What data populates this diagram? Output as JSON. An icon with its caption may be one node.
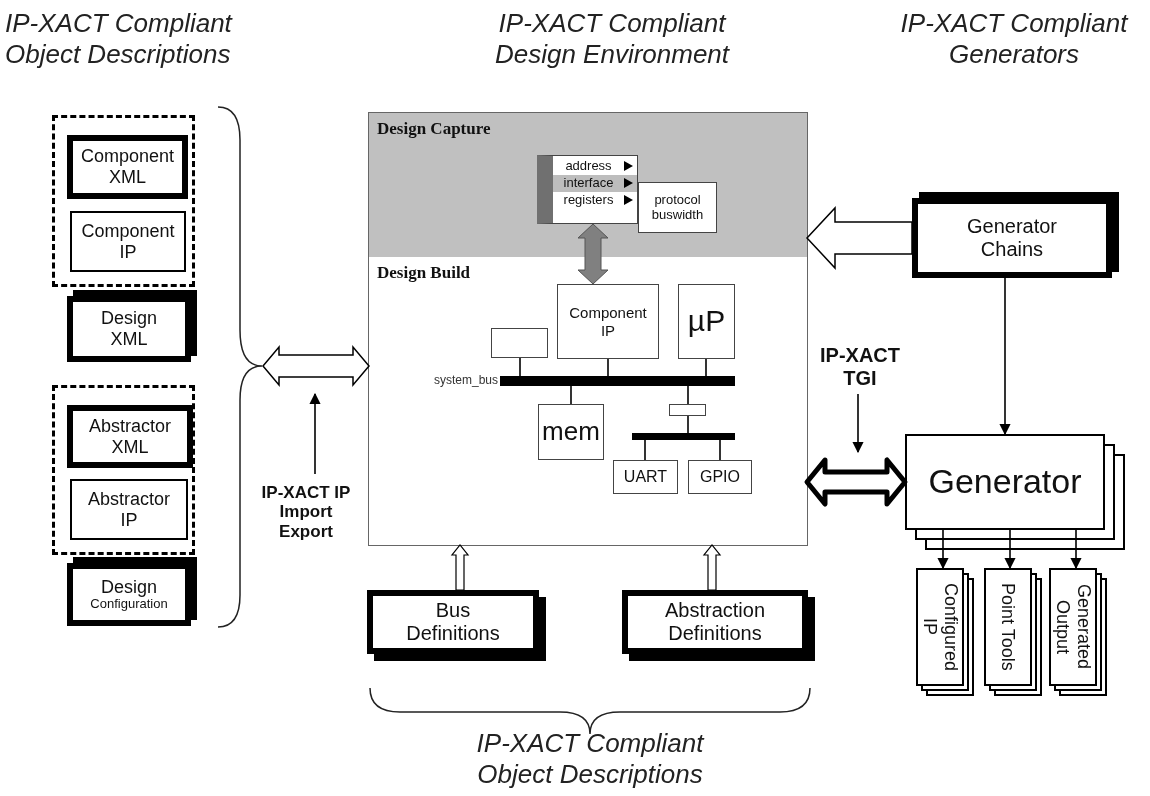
{
  "diagram": {
    "nodes": [
      {
        "text": [],
        "shape": "box"
      },
      {
        "text": [
          "Design Capture"
        ],
        "in": 0
      },
      {
        "text": [
          "address",
          "interface",
          "registers"
        ],
        "in": 1
      },
      {
        "text": [
          "protocol buswidth"
        ],
        "in": 1
      },
      {
        "text": [
          "Design Build"
        ],
        "in": 0
      },
      {
        "text": [],
        "shape": "box",
        "in": 4
      },
      {
        "text": [
          "Component IP"
        ],
        "in": 4
      },
      {
        "text": [
          "µP"
        ],
        "in": 4
      },
      {
        "text": [],
        "shape": "bar",
        "in": 4,
        "beside": [
          "system_bus"
        ]
      },
      {
        "text": [
          "mem"
        ],
        "in": 4
      },
      {
        "text": [],
        "shape": "box",
        "in": 4
      },
      {
        "text": [],
        "shape": "bar",
        "in": 4
      },
      {
        "text": [
          "UART"
        ],
        "in": 4
      },
      {
        "text": [
          "GPIO"
        ],
        "in": 4
      },
      {
        "text": [],
        "shape": "box"
      },
      {
        "text": [
          "Component XML"
        ],
        "in": 14
      },
      {
        "text": [
          "Component IP"
        ],
        "in": 14
      },
      {
        "text": [
          "Design XML"
        ]
      },
      {
        "text": [],
        "shape": "box"
      },
      {
        "text": [
          "Abstractor XML"
        ],
        "in": 18
      },
      {
        "text": [
          "Abstractor IP"
        ],
        "in": 18
      },
      {
        "text": [
          "Design",
          "Configuration"
        ]
      },
      {
        "text": [
          "IP-XACT IP Import Export"
        ]
      },
      {
        "text": [
          "Generator Chains"
        ]
      },
      {
        "text": [
          "Generator"
        ]
      },
      {
        "text": [
          "Configured IP"
        ]
      },
      {
        "text": [
          "Point Tools"
        ]
      },
      {
        "text": [
          "Generated Output"
        ]
      },
      {
        "text": [
          "IP-XACT TGI"
        ]
      },
      {
        "text": [
          "Bus Definitions"
        ]
      },
      {
        "text": [
          "Abstraction Definitions"
        ]
      }
    ],
    "edges": [
      {
        "from": 2,
        "to": 6,
        "arrow": "both",
        "style": "thick",
        "color": "#808080"
      },
      {
        "from": 5,
        "to": 8,
        "arrow": "none"
      },
      {
        "from": 6,
        "to": 8,
        "arrow": "none"
      },
      {
        "from": 7,
        "to": 8,
        "arrow": "none"
      },
      {
        "from": 8,
        "to": 9,
        "arrow": "none"
      },
      {
        "from": 8,
        "to": 10,
        "arrow": "none"
      },
      {
        "from": 10,
        "to": 11,
        "arrow": "none"
      },
      {
        "from": 11,
        "to": 12,
        "arrow": "none"
      },
      {
        "from": 11,
        "to": 13,
        "arrow": "none"
      },
      {
        "from": null,
        "to": 4,
        "arrow": "both",
        "style": "thick"
      },
      {
        "from": 22,
        "to": null,
        "arrow": "to"
      },
      {
        "from": 23,
        "to": 1,
        "arrow": "to",
        "style": "thick"
      },
      {
        "from": 23,
        "to": 24,
        "arrow": "to"
      },
      {
        "from": 28,
        "to": null,
        "arrow": "to"
      },
      {
        "from": 24,
        "to": 4,
        "arrow": "both",
        "style": "thick"
      },
      {
        "from": 24,
        "to": 25,
        "arrow": "to"
      },
      {
        "from": 24,
        "to": 26,
        "arrow": "to"
      },
      {
        "from": 24,
        "to": 27,
        "arrow": "to"
      },
      {
        "from": 29,
        "to": 4,
        "arrow": "to",
        "style": "thick"
      },
      {
        "from": 30,
        "to": 4,
        "arrow": "to",
        "style": "thick"
      }
    ],
    "labels": [
      "IP-XACT Compliant Object Descriptions",
      "IP-XACT Compliant Design Environment",
      "IP-XACT Compliant Generators",
      "IP-XACT Compliant Object Descriptions"
    ]
  }
}
